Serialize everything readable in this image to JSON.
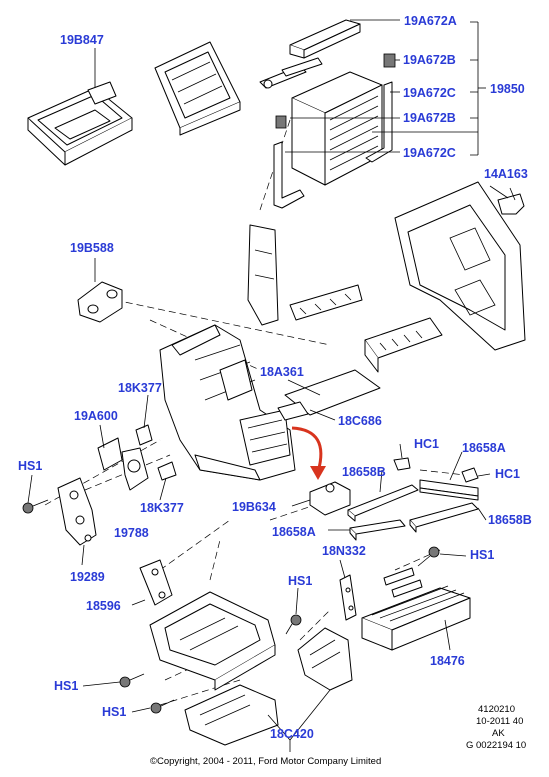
{
  "labels": {
    "l_19B847": "19B847",
    "l_19A672A": "19A672A",
    "l_19A672B_top": "19A672B",
    "l_19A672C_top": "19A672C",
    "l_19850": "19850",
    "l_19A672B_bot": "19A672B",
    "l_19A672C_bot": "19A672C",
    "l_14A163": "14A163",
    "l_19B588": "19B588",
    "l_18A361": "18A361",
    "l_18K377_top": "18K377",
    "l_19A600": "19A600",
    "l_18C686": "18C686",
    "l_HS1_left": "HS1",
    "l_HC1_top": "HC1",
    "l_18658A_top": "18658A",
    "l_HC1_right": "HC1",
    "l_18658B_top": "18658B",
    "l_18K377_bot": "18K377",
    "l_19B634": "19B634",
    "l_18658B_right": "18658B",
    "l_19788": "19788",
    "l_18658A_bot": "18658A",
    "l_18N332": "18N332",
    "l_HS1_right": "HS1",
    "l_19289": "19289",
    "l_HS1_mid": "HS1",
    "l_18596": "18596",
    "l_18476": "18476",
    "l_HS1_lower1": "HS1",
    "l_HS1_lower2": "HS1",
    "l_18C420": "18C420"
  },
  "meta": {
    "line1": "4120210",
    "line2": "10-2011 40",
    "line3": "AK",
    "line4": "G 0022194 10"
  },
  "copyright": "©Copyright, 2004 - 2011, Ford Motor Company Limited",
  "colors": {
    "label": "#2a3bd6",
    "arrow": "#d8341e"
  }
}
